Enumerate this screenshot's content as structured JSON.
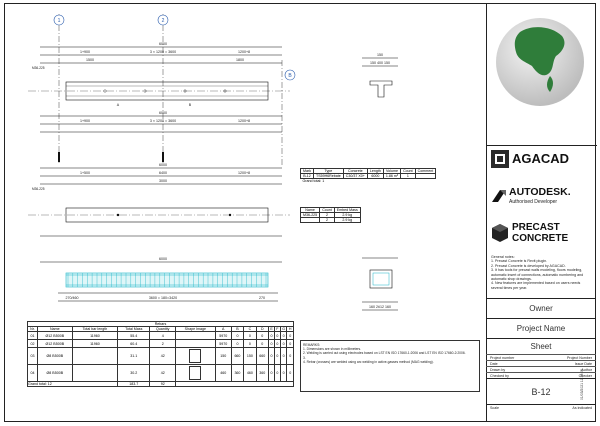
{
  "title_block": {
    "logo_agacad": "AGACAD",
    "logo_autodesk": "AUTODESK.",
    "autodesk_sub": "Authorised Developer",
    "logo_precast": "PRECAST",
    "logo_concrete": "CONCRETE",
    "general_notes_title": "General notes:",
    "notes": [
      "1. Precast Concrete is Revit plugin.",
      "2. Precast Concrete is developed by AGACAD.",
      "3. It has tools for precast walls modeling, floors modeling, automatic insert of connections, automatic numbering and automatic shop drawings.",
      "4. New features are implemented based on users needs several times per year."
    ],
    "owner": "Owner",
    "project_name": "Project Name",
    "sheet": "Sheet",
    "rows": [
      {
        "l": "Project number",
        "r": "Project Number"
      },
      {
        "l": "Date",
        "r": "Issue Date"
      },
      {
        "l": "Drawn by",
        "r": "Author"
      },
      {
        "l": "Checked by",
        "r": "Checker"
      }
    ],
    "sheet_number": "B-12",
    "scale_label": "Scale",
    "scale_value": "As indicated",
    "side_date": "01/03/2021 11:15:05"
  },
  "drawing": {
    "dims_top_total": "6000",
    "dims_top_mid": "3 × 1200 = 3600",
    "dims_top_left": "1+900",
    "dims_top_right": "1200+8",
    "dims_top_left2": "1500",
    "dims_top_right2": "1800",
    "dims_mid_total": "6000",
    "dims_mid_mid": "3 × 1200 = 3600",
    "dims_mid_left": "1+900",
    "dims_mid_right": "1200+8",
    "section_width": "150",
    "section_sub": "150  400  150",
    "view2_total": "6000",
    "view2_mid": "6400",
    "view2_left": "1+500",
    "view2_right": "1200+8",
    "view2_sub": "3000",
    "view3_total": "6000",
    "view3_bottom": "3600 = 180=3420",
    "view3_left": "270/460",
    "view3_right": "270",
    "section2_dims": "160  2¢12  160",
    "grid_bubbles": [
      "1",
      "2",
      "B"
    ],
    "sections": [
      "A",
      "B"
    ],
    "marks": [
      "M36-225",
      "M36-225"
    ]
  },
  "schedule": {
    "headers": [
      "Mark",
      "Type",
      "Concrete",
      "Length",
      "Volume",
      "Count",
      "Comment"
    ],
    "row": [
      "B-12",
      "TS59H6Rebate",
      "C30/37 X0+",
      "6000",
      "1.86 m³",
      "1",
      ""
    ],
    "footer": "Grand total: 1"
  },
  "embed": {
    "headers": [
      "Name",
      "Count",
      "Embed Mass"
    ],
    "rows": [
      [
        "M36-225",
        "2",
        "2.9 kg"
      ],
      [
        "",
        "2",
        "2.9 kg"
      ]
    ]
  },
  "rebar": {
    "group_header": "Rebars",
    "headers": [
      "Nr.",
      "Name",
      "Total bar length",
      "Total Mass",
      "Quantity",
      "Shape Image",
      "A",
      "B",
      "C",
      "D",
      "E",
      "F",
      "G",
      "H"
    ],
    "rows": [
      [
        "01",
        "Ø12 B500B",
        "11960",
        "55.4",
        "4",
        "",
        "5970",
        "0",
        "0",
        "0",
        "0",
        "0",
        "0",
        "0"
      ],
      [
        "02",
        "Ø12 B500B",
        "11960",
        "60.4",
        "2",
        "",
        "5970",
        "0",
        "0",
        "0",
        "0",
        "0",
        "0",
        "0"
      ],
      [
        "03",
        "Ø8 B500B",
        "",
        "31.1",
        "42",
        "",
        "150",
        "660",
        "150",
        "660",
        "0",
        "0",
        "0",
        "0"
      ],
      [
        "04",
        "Ø8 B500B",
        "",
        "30.2",
        "42",
        "",
        "460",
        "360",
        "460",
        "360",
        "0",
        "0",
        "0",
        "0"
      ]
    ],
    "grand_total_label": "Grand total: 12",
    "grand_total_mass": "183.7",
    "grand_total_qty": "92"
  },
  "remarks": {
    "title": "REMARKS:",
    "lines": [
      "1. Dimensions are shown in millimeters.",
      "2. Welding is carried out using electrodes based on LST EN ISO 17660-1:2006 and LST EN ISO 17660-2:2006.",
      "3. ",
      "4. Rebar (crosses) are welded using arc welding in active-gasses method (MAG welding)."
    ]
  },
  "colors": {
    "globe_land": "#2f7d3a",
    "globe_sea": "#d8d8d8",
    "rebar_cyan": "#1fb6c8",
    "line": "#111111"
  }
}
